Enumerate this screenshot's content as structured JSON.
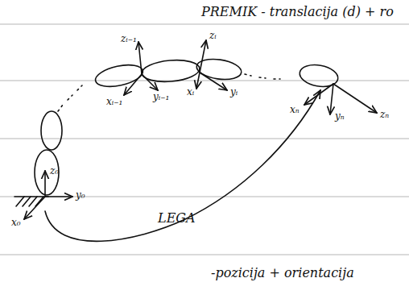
{
  "diagram": {
    "labels": [
      "PREMIK - translacija (d) + ro",
      "zᵢ₋₁",
      "zᵢ",
      "xᵢ₋₁",
      "yᵢ₋₁",
      "xᵢ",
      "yᵢ",
      "xₙ",
      "yₙ",
      "zₙ",
      "z₀",
      "y₀",
      "x₀",
      "LEGA",
      "-pozicija + orientacija"
    ]
  }
}
